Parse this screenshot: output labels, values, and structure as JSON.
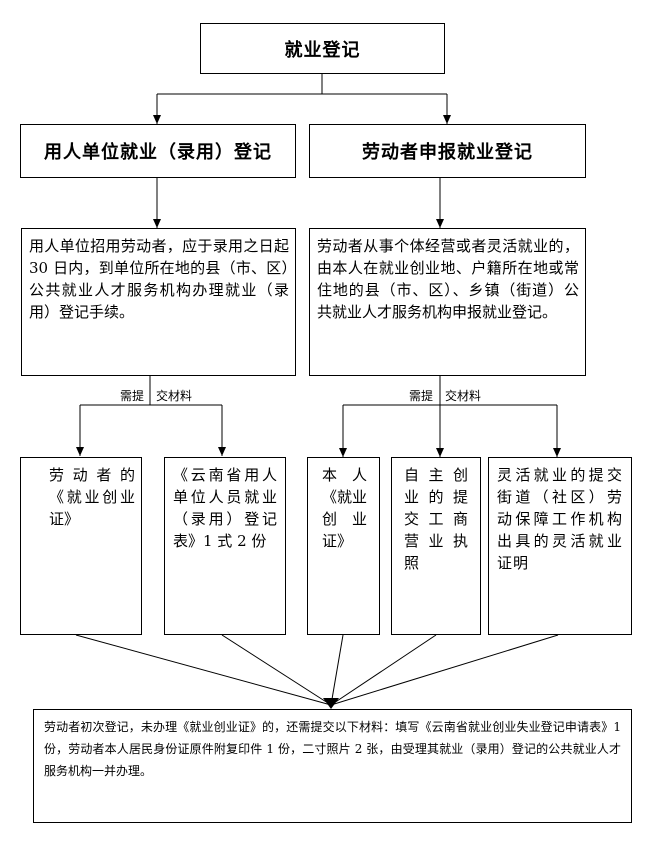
{
  "top": {
    "title": "就业登记"
  },
  "left": {
    "title": "用人单位就业（录用）登记",
    "desc": "用人单位招用劳动者，应于录用之日起 30 日内，到单位所在地的县（市、区）公共就业人才服务机构办理就业（录用）登记手续。",
    "label_a": "需提",
    "label_b": "交材料",
    "materials": [
      "劳动者的《就业创业证》",
      "《云南省用人单位人员就业（录用）登记表》1 式 2 份"
    ]
  },
  "right": {
    "title": "劳动者申报就业登记",
    "desc": "劳动者从事个体经营或者灵活就业的，由本人在就业创业地、户籍所在地或常住地的县（市、区）、乡镇（街道）公共就业人才服务机构申报就业登记。",
    "label_a": "需提",
    "label_b": "交材料",
    "materials": [
      "本人《就业创业证》",
      "自主创业的提交工商营业执照",
      "灵活就业的提交街道（社区）劳动保障工作机构出具的灵活就业证明"
    ]
  },
  "bottom": {
    "note": "劳动者初次登记，未办理《就业创业证》的，还需提交以下材料：填写《云南省就业创业失业登记申请表》1 份，劳动者本人居民身份证原件附复印件 1 份，二寸照片 2 张，由受理其就业（录用）登记的公共就业人才服务机构一并办理。"
  }
}
